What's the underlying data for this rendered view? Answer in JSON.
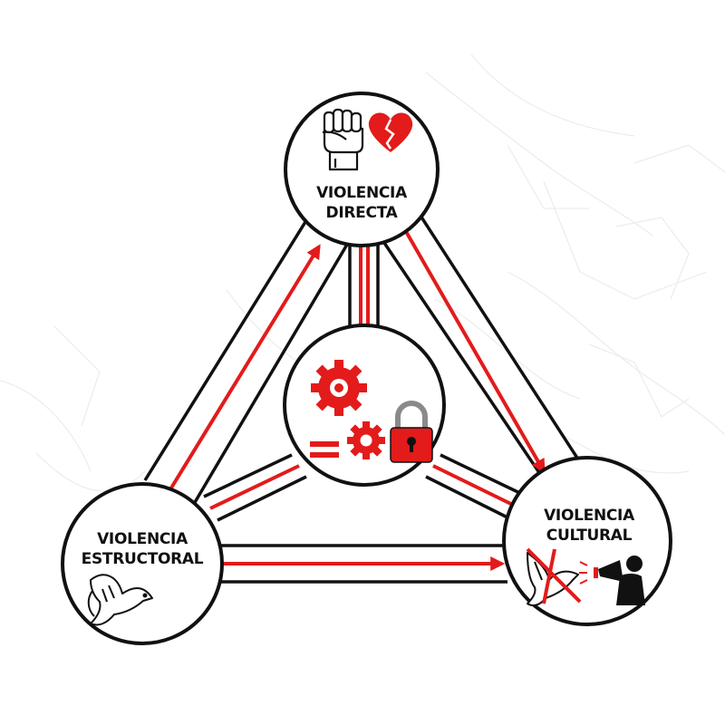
{
  "colors": {
    "accent": "#e31b1b",
    "stroke": "#111111",
    "background": "#ffffff",
    "map_lines": "#eeeeee"
  },
  "nodes": {
    "direct": {
      "line1": "VIOLENCIA",
      "line2": "DIRECTA",
      "icons": [
        "raised-fist-icon",
        "broken-heart-icon"
      ]
    },
    "structural": {
      "line1": "VIOLENCIA",
      "line2": "ESTRUCTORAL",
      "icons": [
        "dove-icon"
      ]
    },
    "cultural": {
      "line1": "VIOLENCIA",
      "line2": "CULTURAL",
      "icons": [
        "crossed-out-dove-icon",
        "megaphone-person-icon"
      ]
    },
    "center": {
      "icons": [
        "gears-icon",
        "equals-icon",
        "padlock-icon"
      ]
    }
  }
}
